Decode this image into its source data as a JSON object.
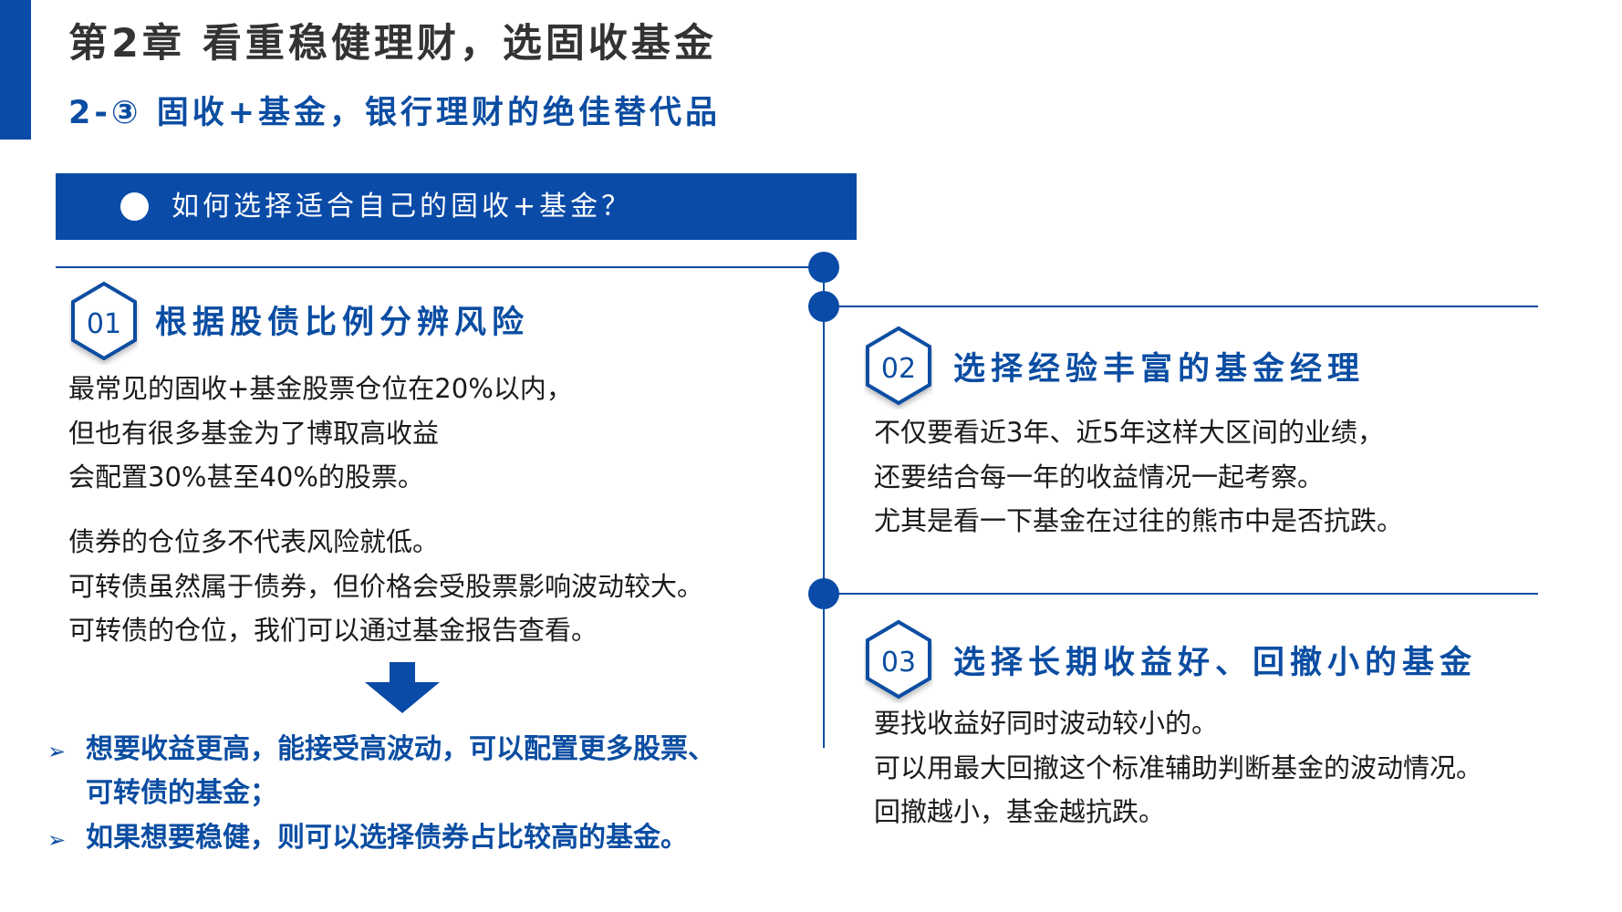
{
  "header": {
    "chapter_title": "第2章 看重稳健理财，选固收基金",
    "section_subtitle": "2-③ 固收+基金，银行理财的绝佳替代品"
  },
  "banner": {
    "question": "如何选择适合自己的固收+基金？",
    "icon": "white-circle-bullet"
  },
  "colors": {
    "primary_blue": "#0a4ba8",
    "title_gray": "#333333",
    "body_text": "#1a1a1a"
  },
  "sections": [
    {
      "number": "01",
      "title": "根据股债比例分辨风险",
      "paragraphs": [
        [
          "最常见的固收+基金股票仓位在20%以内，",
          "但也有很多基金为了博取高收益",
          "会配置30%甚至40%的股票。"
        ],
        [
          "债券的仓位多不代表风险就低。",
          "可转债虽然属于债券，但价格会受股票影响波动较大。",
          "可转债的仓位，我们可以通过基金报告查看。"
        ]
      ],
      "arrow_icon": "down-arrow-icon",
      "bullets": [
        {
          "lines": [
            "想要收益更高，能接受高波动，可以配置更多股票、",
            "可转债的基金；"
          ]
        },
        {
          "lines": [
            "如果想要稳健，则可以选择债券占比较高的基金。"
          ]
        }
      ],
      "bullet_marker": "➢"
    },
    {
      "number": "02",
      "title": "选择经验丰富的基金经理",
      "lines": [
        "不仅要看近3年、近5年这样大区间的业绩，",
        "还要结合每一年的收益情况一起考察。",
        "尤其是看一下基金在过往的熊市中是否抗跌。"
      ]
    },
    {
      "number": "03",
      "title": "选择长期收益好、回撤小的基金",
      "lines": [
        "要找收益好同时波动较小的。",
        "可以用最大回撤这个标准辅助判断基金的波动情况。",
        "回撤越小，基金越抗跌。"
      ]
    }
  ]
}
